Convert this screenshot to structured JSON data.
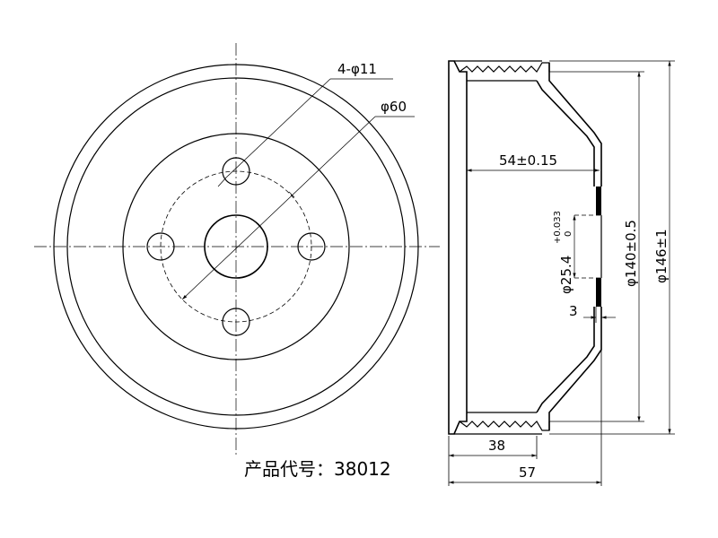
{
  "labels": {
    "holes": "4-φ11",
    "pcd": "φ60",
    "depth": "54±0.15",
    "bore": "φ25.4",
    "bore_tol_upper": "+0.033",
    "bore_tol_lower": "0",
    "inner_dia": "φ140±0.5",
    "outer_dia": "φ146±1",
    "flange_thickness": "3",
    "width_38": "38",
    "width_57": "57"
  },
  "product": {
    "caption": "产品代号：38012"
  }
}
